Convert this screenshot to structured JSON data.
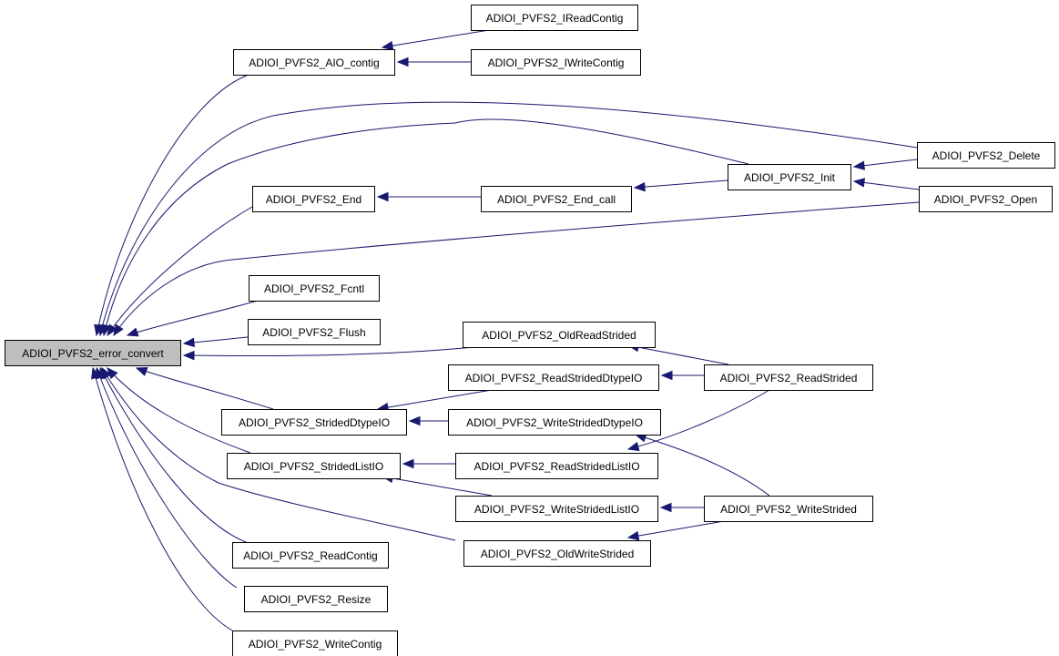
{
  "diagram": {
    "type": "caller-graph",
    "edge_color": "#191970",
    "root_fill": "#bfbfbf",
    "node_fill": "#ffffff",
    "nodes": [
      {
        "id": "error_convert",
        "label": "ADIOI_PVFS2_error_convert",
        "root": true
      },
      {
        "id": "AIO_contig",
        "label": "ADIOI_PVFS2_AIO_contig"
      },
      {
        "id": "IReadContig",
        "label": "ADIOI_PVFS2_IReadContig"
      },
      {
        "id": "IWriteContig",
        "label": "ADIOI_PVFS2_IWriteContig"
      },
      {
        "id": "Delete",
        "label": "ADIOI_PVFS2_Delete"
      },
      {
        "id": "Init",
        "label": "ADIOI_PVFS2_Init"
      },
      {
        "id": "Open",
        "label": "ADIOI_PVFS2_Open"
      },
      {
        "id": "End",
        "label": "ADIOI_PVFS2_End"
      },
      {
        "id": "End_call",
        "label": "ADIOI_PVFS2_End_call"
      },
      {
        "id": "Fcntl",
        "label": "ADIOI_PVFS2_Fcntl"
      },
      {
        "id": "Flush",
        "label": "ADIOI_PVFS2_Flush"
      },
      {
        "id": "OldReadStrided",
        "label": "ADIOI_PVFS2_OldReadStrided"
      },
      {
        "id": "ReadStridedDtypeIO",
        "label": "ADIOI_PVFS2_ReadStridedDtypeIO"
      },
      {
        "id": "ReadStrided",
        "label": "ADIOI_PVFS2_ReadStrided"
      },
      {
        "id": "StridedDtypeIO",
        "label": "ADIOI_PVFS2_StridedDtypeIO"
      },
      {
        "id": "WriteStridedDtypeIO",
        "label": "ADIOI_PVFS2_WriteStridedDtypeIO"
      },
      {
        "id": "StridedListIO",
        "label": "ADIOI_PVFS2_StridedListIO"
      },
      {
        "id": "ReadStridedListIO",
        "label": "ADIOI_PVFS2_ReadStridedListIO"
      },
      {
        "id": "WriteStridedListIO",
        "label": "ADIOI_PVFS2_WriteStridedListIO"
      },
      {
        "id": "WriteStrided",
        "label": "ADIOI_PVFS2_WriteStrided"
      },
      {
        "id": "OldWriteStrided",
        "label": "ADIOI_PVFS2_OldWriteStrided"
      },
      {
        "id": "ReadContig",
        "label": "ADIOI_PVFS2_ReadContig"
      },
      {
        "id": "Resize",
        "label": "ADIOI_PVFS2_Resize"
      },
      {
        "id": "WriteContig",
        "label": "ADIOI_PVFS2_WriteContig"
      }
    ],
    "edges": [
      {
        "from": "AIO_contig",
        "to": "error_convert"
      },
      {
        "from": "IReadContig",
        "to": "AIO_contig"
      },
      {
        "from": "IWriteContig",
        "to": "AIO_contig"
      },
      {
        "from": "Delete",
        "to": "error_convert"
      },
      {
        "from": "Init",
        "to": "error_convert"
      },
      {
        "from": "Delete",
        "to": "Init"
      },
      {
        "from": "Open",
        "to": "Init"
      },
      {
        "from": "End",
        "to": "error_convert"
      },
      {
        "from": "End_call",
        "to": "End"
      },
      {
        "from": "Init",
        "to": "End_call"
      },
      {
        "from": "Open",
        "to": "error_convert"
      },
      {
        "from": "Fcntl",
        "to": "error_convert"
      },
      {
        "from": "Flush",
        "to": "error_convert"
      },
      {
        "from": "OldReadStrided",
        "to": "error_convert"
      },
      {
        "from": "ReadStrided",
        "to": "OldReadStrided"
      },
      {
        "from": "ReadStrided",
        "to": "ReadStridedDtypeIO"
      },
      {
        "from": "StridedDtypeIO",
        "to": "error_convert"
      },
      {
        "from": "ReadStridedDtypeIO",
        "to": "StridedDtypeIO"
      },
      {
        "from": "WriteStridedDtypeIO",
        "to": "StridedDtypeIO"
      },
      {
        "from": "WriteStrided",
        "to": "WriteStridedDtypeIO"
      },
      {
        "from": "StridedListIO",
        "to": "error_convert"
      },
      {
        "from": "ReadStridedListIO",
        "to": "StridedListIO"
      },
      {
        "from": "ReadStrided",
        "to": "ReadStridedListIO"
      },
      {
        "from": "WriteStridedListIO",
        "to": "StridedListIO"
      },
      {
        "from": "WriteStrided",
        "to": "WriteStridedListIO"
      },
      {
        "from": "OldWriteStrided",
        "to": "error_convert"
      },
      {
        "from": "WriteStrided",
        "to": "OldWriteStrided"
      },
      {
        "from": "ReadContig",
        "to": "error_convert"
      },
      {
        "from": "Resize",
        "to": "error_convert"
      },
      {
        "from": "WriteContig",
        "to": "error_convert"
      }
    ]
  }
}
